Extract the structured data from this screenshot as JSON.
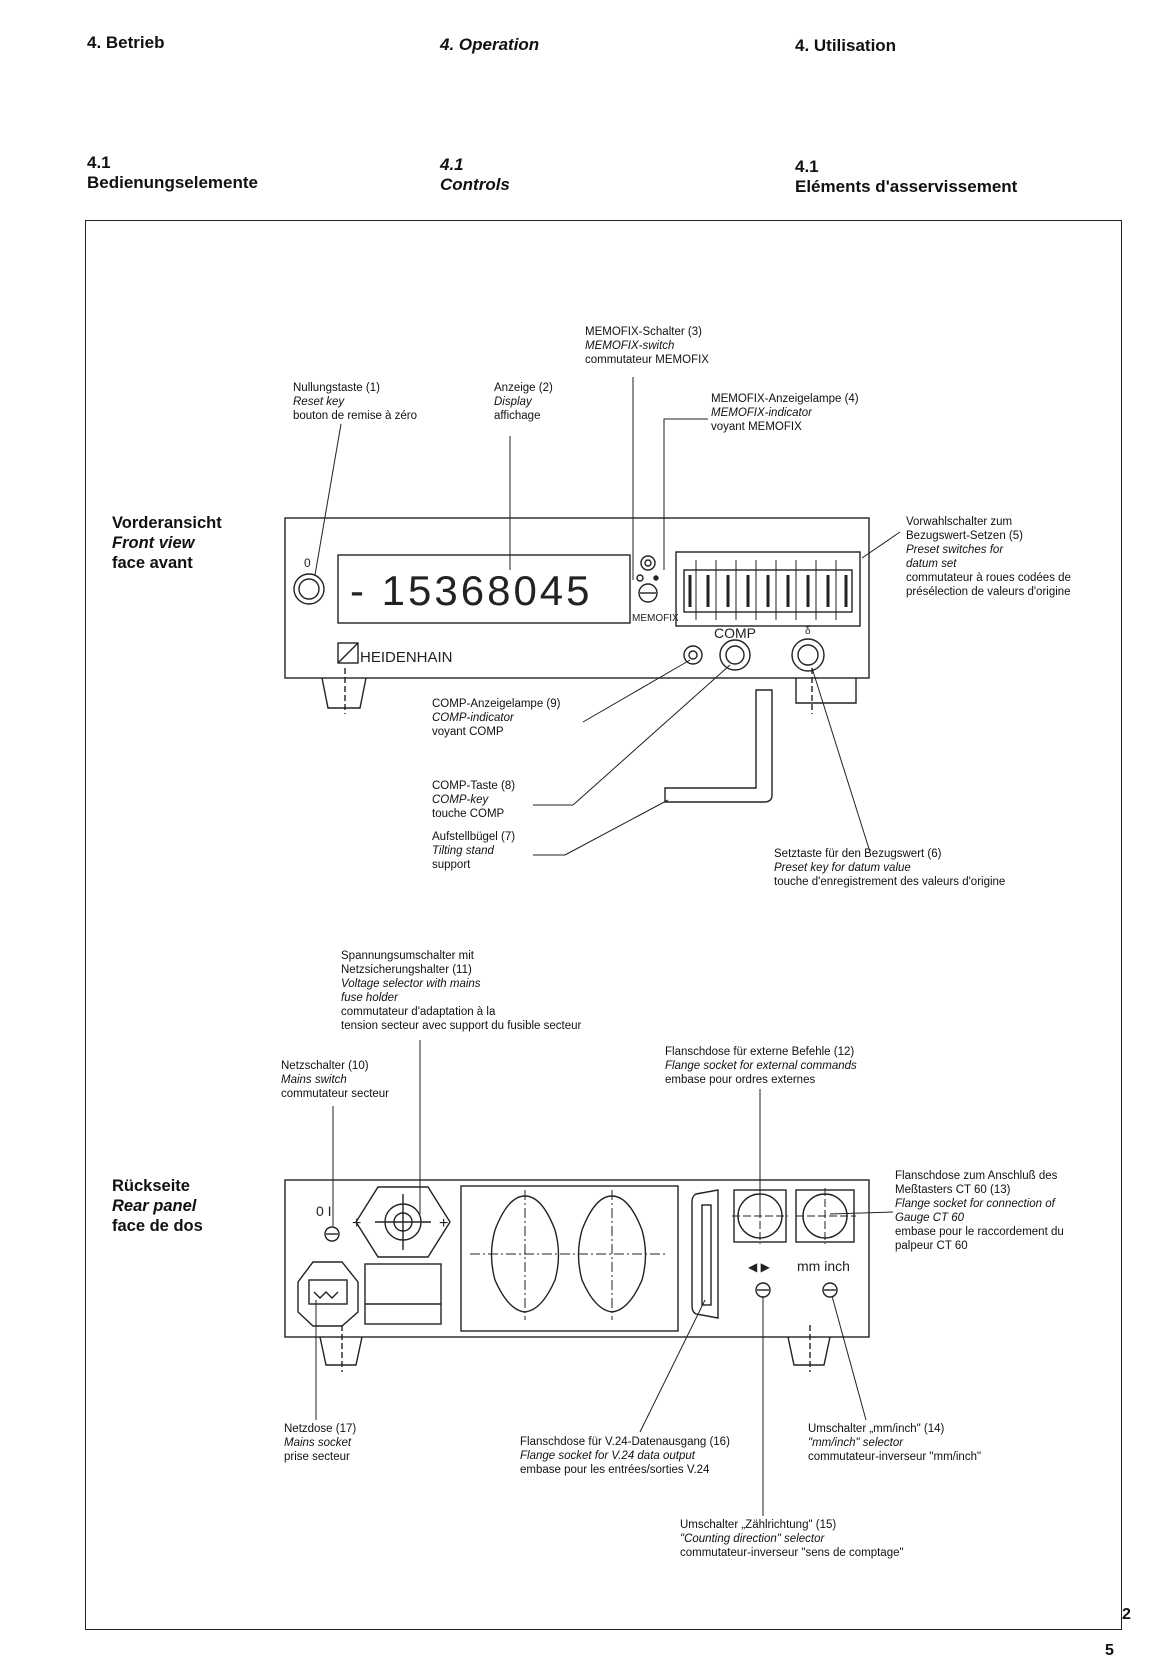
{
  "header": {
    "de": "4. Betrieb",
    "en": "4. Operation",
    "fr": "4. Utilisation"
  },
  "section": {
    "number": "4.1",
    "de": "Bedienungselemente",
    "en": "Controls",
    "fr": "Eléments d'asservissement"
  },
  "front": {
    "view_de": "Vorderansicht",
    "view_en": "Front view",
    "view_fr": "face avant",
    "display_value": "- 15368045",
    "brand": "HEIDENHAIN",
    "memofix_text": "MEMOFIX",
    "comp_text": "COMP",
    "labels": {
      "reset": {
        "de": "Nullungstaste (1)",
        "en": "Reset key",
        "fr": "bouton de remise à zéro"
      },
      "display": {
        "de": "Anzeige (2)",
        "en": "Display",
        "fr": "affichage"
      },
      "memofix_switch": {
        "de": "MEMOFIX-Schalter (3)",
        "en": "MEMOFIX-switch",
        "fr": "commutateur MEMOFIX"
      },
      "memofix_indicator": {
        "de": "MEMOFIX-Anzeigelampe (4)",
        "en": "MEMOFIX-indicator",
        "fr": "voyant MEMOFIX"
      },
      "preset_switches": {
        "de1": "Vorwahlschalter zum",
        "de2": "Bezugswert-Setzen (5)",
        "en1": "Preset switches for",
        "en2": "datum set",
        "fr1": "commutateur à roues codées de",
        "fr2": "présélection de valeurs d'origine"
      },
      "comp_indicator": {
        "de": "COMP-Anzeigelampe (9)",
        "en": "COMP-indicator",
        "fr": "voyant COMP"
      },
      "comp_key": {
        "de": "COMP-Taste (8)",
        "en": "COMP-key",
        "fr": "touche COMP"
      },
      "tilting_stand": {
        "de": "Aufstellbügel (7)",
        "en": "Tilting stand",
        "fr": "support"
      },
      "preset_key": {
        "de": "Setztaste für den Bezugswert (6)",
        "en": "Preset key for datum value",
        "fr": "touche d'enregistrement des valeurs d'origine"
      }
    }
  },
  "rear": {
    "view_de": "Rückseite",
    "view_en": "Rear panel",
    "view_fr": "face de dos",
    "mm_inch_text": "mm  inch",
    "switch_text": "0 I",
    "labels": {
      "voltage_selector": {
        "de1": "Spannungsumschalter mit",
        "de2": "Netzsicherungshalter (11)",
        "en1": "Voltage selector with mains",
        "en2": "fuse holder",
        "fr1": "commutateur d'adaptation à la",
        "fr2": "tension secteur avec support du fusible secteur"
      },
      "mains_switch": {
        "de": "Netzschalter (10)",
        "en": "Mains switch",
        "fr": "commutateur secteur"
      },
      "ext_commands": {
        "de": "Flanschdose für externe Befehle (12)",
        "en": "Flange socket for external commands",
        "fr": "embase pour ordres externes"
      },
      "gauge_socket": {
        "de1": "Flanschdose zum Anschluß des",
        "de2": "Meßtasters CT 60 (13)",
        "en1": "Flange socket for connection of",
        "en2": "Gauge CT 60",
        "fr1": "embase pour le raccordement du",
        "fr2": "palpeur CT 60"
      },
      "mains_socket": {
        "de": "Netzdose (17)",
        "en": "Mains socket",
        "fr": "prise secteur"
      },
      "v24_socket": {
        "de": "Flanschdose für V.24-Datenausgang (16)",
        "en": "Flange socket for V.24 data output",
        "fr": "embase pour les entrées/sorties V.24"
      },
      "mm_inch": {
        "de": "Umschalter „mm/inch\" (14)",
        "en": "\"mm/inch\" selector",
        "fr": "commutateur-inverseur \"mm/inch\""
      },
      "counting_dir": {
        "de": "Umschalter „Zählrichtung\" (15)",
        "en": "\"Counting direction\" selector",
        "fr": "commutateur-inverseur \"sens de comptage\""
      }
    }
  },
  "page_numbers": {
    "top": "2",
    "bottom": "5"
  }
}
